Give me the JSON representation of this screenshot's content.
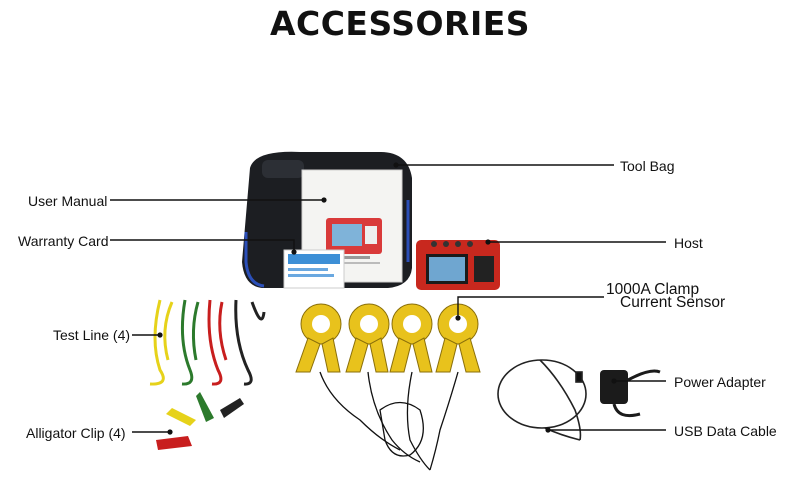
{
  "title": "ACCESSORIES",
  "labels": {
    "tool_bag": "Tool Bag",
    "user_manual": "User Manual",
    "warranty_card": "Warranty Card",
    "host": "Host",
    "clamp_line1": "1000A Clamp",
    "clamp_line2": "Current Sensor",
    "test_line": "Test Line (4)",
    "power_adapter": "Power Adapter",
    "alligator_clip": "Alligator Clip (4)",
    "usb_cable": "USB Data Cable"
  },
  "colors": {
    "bag": "#1c1e22",
    "bag_trim": "#2b4fb8",
    "host_red": "#c8281e",
    "clamp_yellow": "#e8c21c",
    "test_lead_colors": [
      "#e6d21a",
      "#2c7a2c",
      "#c81e1e",
      "#222222"
    ],
    "clip_colors": [
      "#e6d21a",
      "#2c7a2c",
      "#c81e1e",
      "#222222"
    ]
  }
}
